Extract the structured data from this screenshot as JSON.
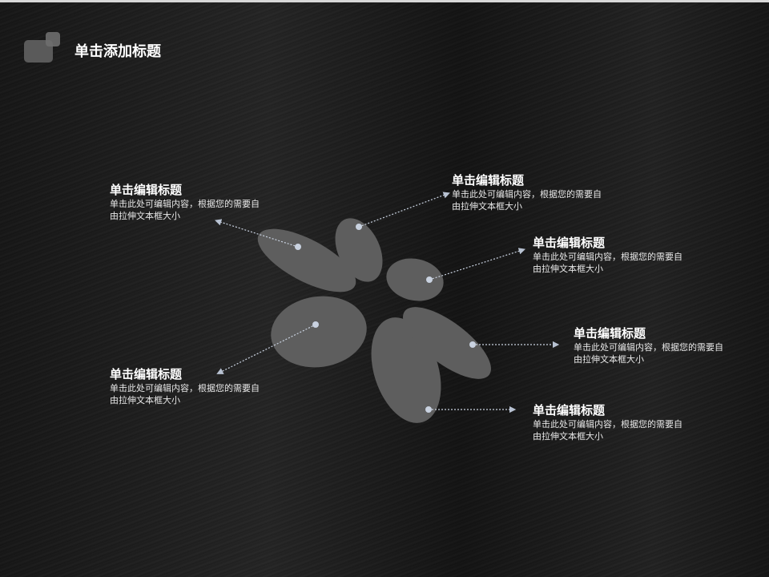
{
  "slide": {
    "title": "单击添加标题",
    "colors": {
      "background": "#1f1f1f",
      "petal": "#5e5e5e",
      "dot": "#c9d2e0",
      "text": "#ffffff"
    },
    "callouts": [
      {
        "id": "top-left",
        "heading": "单击编辑标题",
        "body": "单击此处可编辑内容，根据您的需要自由拉伸文本框大小"
      },
      {
        "id": "top-right",
        "heading": "单击编辑标题",
        "body": "单击此处可编辑内容，根据您的需要自由拉伸文本框大小"
      },
      {
        "id": "mid-right",
        "heading": "单击编辑标题",
        "body": "单击此处可编辑内容，根据您的需要自由拉伸文本框大小"
      },
      {
        "id": "right",
        "heading": "单击编辑标题",
        "body": "单击此处可编辑内容，根据您的需要自由拉伸文本框大小"
      },
      {
        "id": "bottom-left",
        "heading": "单击编辑标题",
        "body": "单击此处可编辑内容，根据您的需要自由拉伸文本框大小"
      },
      {
        "id": "bottom-right",
        "heading": "单击编辑标题",
        "body": "单击此处可编辑内容，根据您的需要自由拉伸文本框大小"
      }
    ]
  }
}
